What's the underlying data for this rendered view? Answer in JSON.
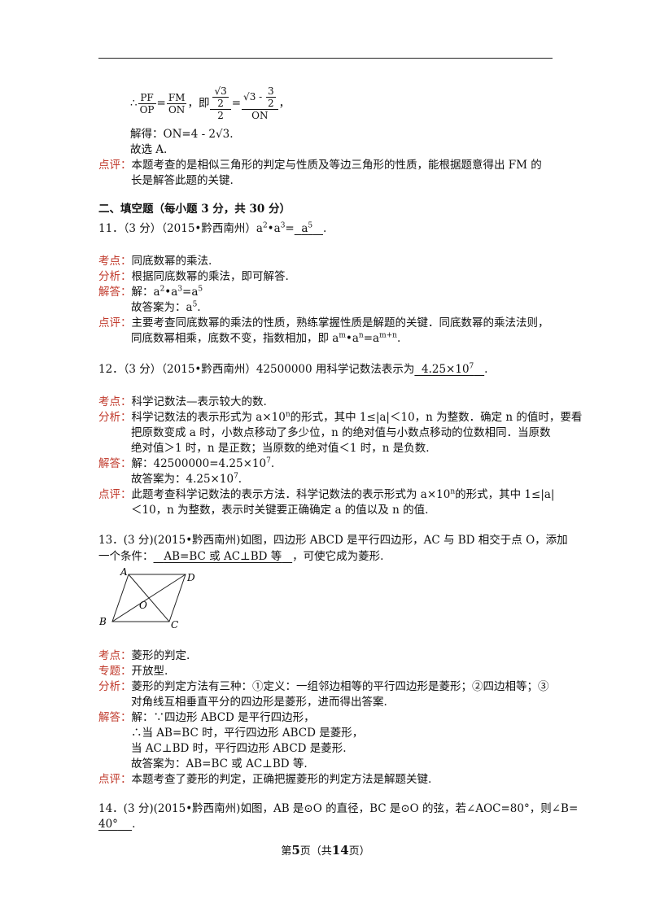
{
  "top": {
    "therefore_prefix": "∴",
    "frac1_num": "PF",
    "frac1_den": "OP",
    "frac2_num": "FM",
    "frac2_den": "ON",
    "ji": "，即",
    "inner_num": "√3",
    "inner_den": "2",
    "outer_den": "2",
    "eq_mid": "=",
    "right_num": "√3 - ",
    "right_num_frac_num": "3",
    "right_num_frac_den": "2",
    "right_den": "ON",
    "tail": "，",
    "solve": "解得：ON=4 - 2√3.",
    "choose": "故选 A.",
    "comment_label": "点评：",
    "comment_l1": "本题考查的是相似三角形的判定与性质及等边三角形的性质，能根据题意得出 FM 的",
    "comment_l2": "长是解答此题的关键."
  },
  "section_title": "二、填空题（每小题 3 分，共 30 分）",
  "q11": {
    "stem_pre": "11．（3 分）（2015•黔西南州）a",
    "stem_exp1": "2",
    "stem_mid": "•a",
    "stem_exp2": "3",
    "stem_eq": "=",
    "answer": "a",
    "answer_exp": "5",
    "stem_end": ".",
    "kaodian_label": "考点：",
    "kaodian": "同底数幂的乘法.",
    "fenxi_label": "分析：",
    "fenxi": "根据同底数幂的乘法，即可解答.",
    "jieda_label": "解答：",
    "jieda1_pre": "解：a",
    "jieda1_e1": "2",
    "jieda1_m": "•a",
    "jieda1_e2": "3",
    "jieda1_r": "=a",
    "jieda1_e3": "5",
    "jieda2_pre": "故答案为：a",
    "jieda2_e": "5",
    "jieda2_end": ".",
    "dianping_label": "点评：",
    "dianping1": "主要考查同底数幂的乘法的性质，熟练掌握性质是解题的关键．同底数幂的乘法法则，",
    "dianping2_pre": "同底数幂相乘，底数不变，指数相加，即 a",
    "dianping2_e1": "m",
    "dianping2_m": "•a",
    "dianping2_e2": "n",
    "dianping2_r": "=a",
    "dianping2_e3": "m+n",
    "dianping2_end": "."
  },
  "q12": {
    "stem_pre": "12．（3 分）（2015•黔西南州）42500000 用科学记数法表示为",
    "answer_pre": "4.25×10",
    "answer_exp": "7",
    "stem_end": ".",
    "kaodian_label": "考点：",
    "kaodian": "科学记数法—表示较大的数.",
    "fenxi_label": "分析：",
    "fenxi1_pre": "科学记数法的表示形式为 a×10",
    "fenxi1_e": "n",
    "fenxi1_post": "的形式，其中 1≤|a|＜10，n 为整数．确定 n 的值时，要看",
    "fenxi2": "把原数变成 a 时，小数点移动了多少位，n 的绝对值与小数点移动的位数相同．当原数",
    "fenxi3": "绝对值＞1 时，n 是正数；当原数的绝对值＜1 时，n 是负数.",
    "jieda_label": "解答：",
    "jieda1_pre": "解：42500000=4.25×10",
    "jieda1_e": "7",
    "jieda1_end": ".",
    "jieda2_pre": "故答案为：4.25×10",
    "jieda2_e": "7",
    "jieda2_end": ".",
    "dianping_label": "点评：",
    "dianping1_pre": "此题考查科学记数法的表示方法．科学记数法的表示形式为 a×10",
    "dianping1_e": "n",
    "dianping1_post": "的形式，其中 1≤|a|",
    "dianping2": "＜10，n 为整数，表示时关键要正确确定 a 的值以及 n 的值."
  },
  "q13": {
    "stem1": "13．(3 分)(2015•黔西南州)如图，四边形 ABCD 是平行四边形，AC 与 BD 相交于点 O，添加",
    "stem2_pre": "一个条件：",
    "answer": "AB=BC 或 AC⊥BD 等",
    "stem2_post": "，可使它成为菱形.",
    "fig_labels": {
      "A": "A",
      "B": "B",
      "C": "C",
      "D": "D",
      "O": "O"
    },
    "kaodian_label": "考点：",
    "kaodian": "菱形的判定.",
    "zhuanti_label": "专题：",
    "zhuanti": "开放型.",
    "fenxi_label": "分析：",
    "fenxi1": "菱形的判定方法有三种：①定义：一组邻边相等的平行四边形是菱形；②四边相等；③",
    "fenxi2": "对角线互相垂直平分的四边形是菱形，进而得出答案.",
    "jieda_label": "解答：",
    "jieda1": "解：∵四边形 ABCD 是平行四边形，",
    "jieda2": "∴当 AB=BC 时，平行四边形 ABCD 是菱形，",
    "jieda3": "当 AC⊥BD 时，平行四边形 ABCD 是菱形.",
    "jieda4": "故答案为：AB=BC 或 AC⊥BD 等.",
    "dianping_label": "点评：",
    "dianping": "本题考查了菱形的判定，正确把握菱形的判定方法是解题关键."
  },
  "q14": {
    "stem1": "14．(3 分)(2015•黔西南州)如图，AB 是⊙O 的直径，BC 是⊙O 的弦，若∠AOC=80°，则∠B=",
    "answer": "40°",
    "stem2_end": "."
  },
  "footer": {
    "pre": "第",
    "page": "5",
    "mid": "页（共",
    "total": "14",
    "post": "页）"
  }
}
